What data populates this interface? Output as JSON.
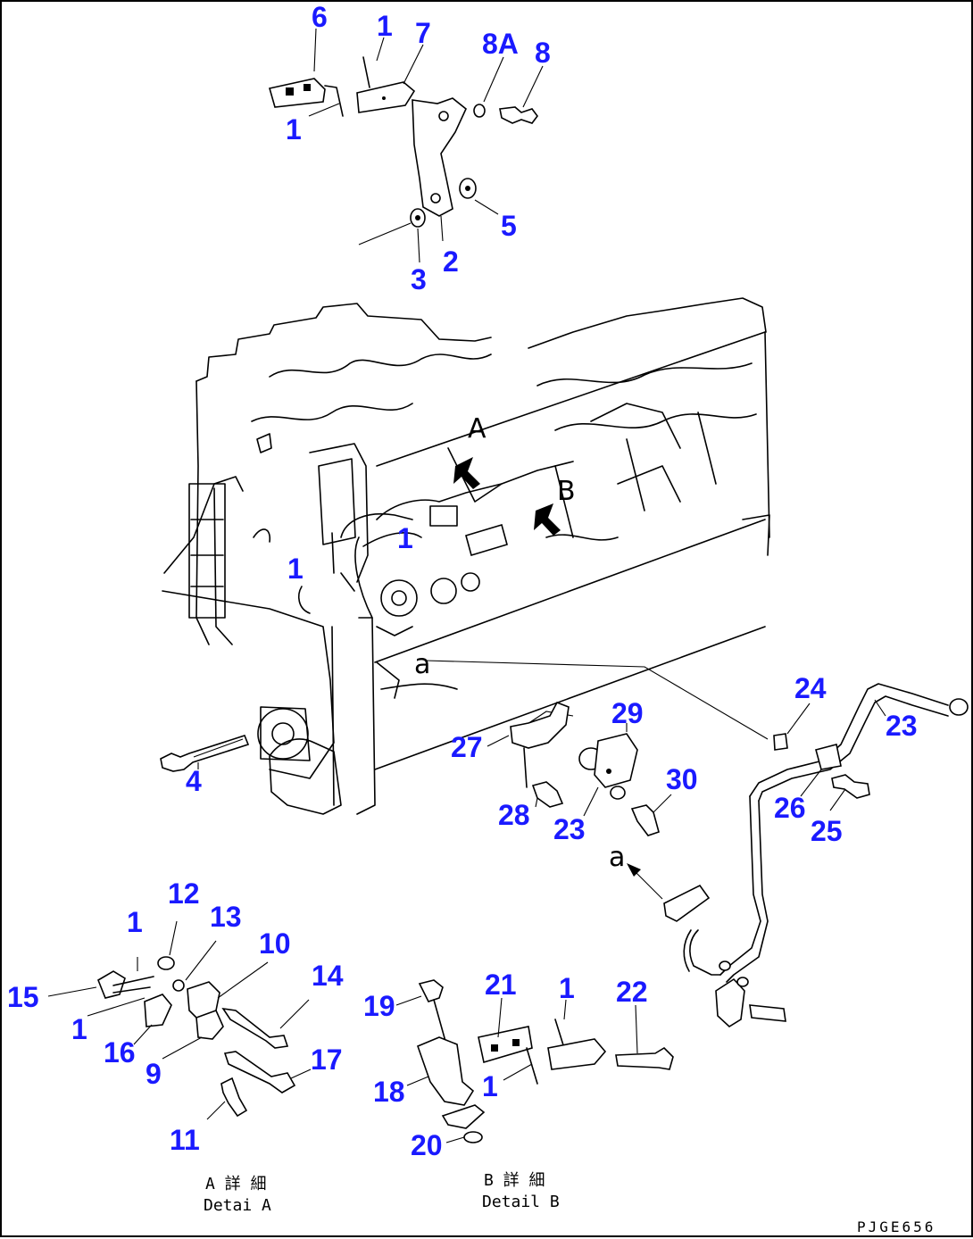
{
  "callouts": [
    {
      "id": "6",
      "text": "6"
    },
    {
      "id": "1a",
      "text": "1"
    },
    {
      "id": "7",
      "text": "7"
    },
    {
      "id": "8A",
      "text": "8A"
    },
    {
      "id": "8",
      "text": "8"
    },
    {
      "id": "1b",
      "text": "1"
    },
    {
      "id": "5",
      "text": "5"
    },
    {
      "id": "2",
      "text": "2"
    },
    {
      "id": "3",
      "text": "3"
    },
    {
      "id": "1c",
      "text": "1"
    },
    {
      "id": "1d",
      "text": "1"
    },
    {
      "id": "24",
      "text": "24"
    },
    {
      "id": "23a",
      "text": "23"
    },
    {
      "id": "29",
      "text": "29"
    },
    {
      "id": "27",
      "text": "27"
    },
    {
      "id": "30",
      "text": "30"
    },
    {
      "id": "26",
      "text": "26"
    },
    {
      "id": "4",
      "text": "4"
    },
    {
      "id": "28",
      "text": "28"
    },
    {
      "id": "23b",
      "text": "23"
    },
    {
      "id": "25",
      "text": "25"
    },
    {
      "id": "12",
      "text": "12"
    },
    {
      "id": "13",
      "text": "13"
    },
    {
      "id": "1e",
      "text": "1"
    },
    {
      "id": "10",
      "text": "10"
    },
    {
      "id": "14",
      "text": "14"
    },
    {
      "id": "15",
      "text": "15"
    },
    {
      "id": "1f",
      "text": "1"
    },
    {
      "id": "16",
      "text": "16"
    },
    {
      "id": "9",
      "text": "9"
    },
    {
      "id": "17",
      "text": "17"
    },
    {
      "id": "11",
      "text": "11"
    },
    {
      "id": "21",
      "text": "21"
    },
    {
      "id": "1g",
      "text": "1"
    },
    {
      "id": "22",
      "text": "22"
    },
    {
      "id": "19",
      "text": "19"
    },
    {
      "id": "18",
      "text": "18"
    },
    {
      "id": "1h",
      "text": "1"
    },
    {
      "id": "20",
      "text": "20"
    }
  ],
  "view_letters": {
    "A": "A",
    "B": "B",
    "a_top": "a",
    "a_pipe": "a"
  },
  "captions": {
    "detail_a_jp": "A 詳 細",
    "detail_a_en": "Detai A",
    "detail_b_jp": "B 詳 細",
    "detail_b_en": "Detail B",
    "drawing_code": "PJGE656"
  }
}
